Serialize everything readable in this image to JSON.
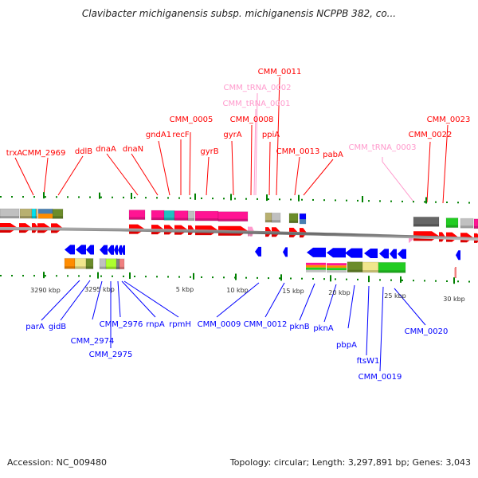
{
  "title": "Clavibacter michiganensis subsp. michiganensis NCPPB 382, co...",
  "footer": {
    "accession": "Accession: NC_009480",
    "summary": "Topology: circular; Length: 3,297,891 bp; Genes: 3,043"
  },
  "colors": {
    "forward_gene": "#ff0000",
    "reverse_gene": "#0000ff",
    "trna": "#ff99cc",
    "tick": "#008000",
    "backbone": "#888888"
  },
  "scale_labels": [
    {
      "text": "3290 kbp"
    },
    {
      "text": "3295 kbp"
    },
    {
      "text": "5 kbp"
    },
    {
      "text": "10 kbp"
    },
    {
      "text": "15 kbp"
    },
    {
      "text": "20 kbp"
    },
    {
      "text": "25 kbp"
    },
    {
      "text": "30 kbp"
    }
  ],
  "forward_labels": [
    {
      "text": "trxA",
      "type": "gene"
    },
    {
      "text": "CMM_2969",
      "type": "gene"
    },
    {
      "text": "ddlB",
      "type": "gene"
    },
    {
      "text": "dnaA",
      "type": "gene"
    },
    {
      "text": "dnaN",
      "type": "gene"
    },
    {
      "text": "gndA1",
      "type": "gene"
    },
    {
      "text": "recF",
      "type": "gene"
    },
    {
      "text": "CMM_0005",
      "type": "gene"
    },
    {
      "text": "gyrB",
      "type": "gene"
    },
    {
      "text": "gyrA",
      "type": "gene"
    },
    {
      "text": "CMM_0008",
      "type": "gene"
    },
    {
      "text": "CMM_tRNA_0001",
      "type": "trna"
    },
    {
      "text": "CMM_tRNA_0002",
      "type": "trna"
    },
    {
      "text": "CMM_0011",
      "type": "gene"
    },
    {
      "text": "ppiA",
      "type": "gene"
    },
    {
      "text": "CMM_0013",
      "type": "gene"
    },
    {
      "text": "pabA",
      "type": "gene"
    },
    {
      "text": "CMM_tRNA_0003",
      "type": "trna"
    },
    {
      "text": "CMM_0022",
      "type": "gene"
    },
    {
      "text": "CMM_0023",
      "type": "gene"
    }
  ],
  "reverse_labels": [
    {
      "text": "parA"
    },
    {
      "text": "gidB"
    },
    {
      "text": "CMM_2974"
    },
    {
      "text": "CMM_2975"
    },
    {
      "text": "CMM_2976"
    },
    {
      "text": "rnpA"
    },
    {
      "text": "rpmH"
    },
    {
      "text": "CMM_0009"
    },
    {
      "text": "CMM_0012"
    },
    {
      "text": "pknB"
    },
    {
      "text": "pknA"
    },
    {
      "text": "pbpA"
    },
    {
      "text": "ftsW1"
    },
    {
      "text": "CMM_0019"
    },
    {
      "text": "CMM_0020"
    }
  ]
}
